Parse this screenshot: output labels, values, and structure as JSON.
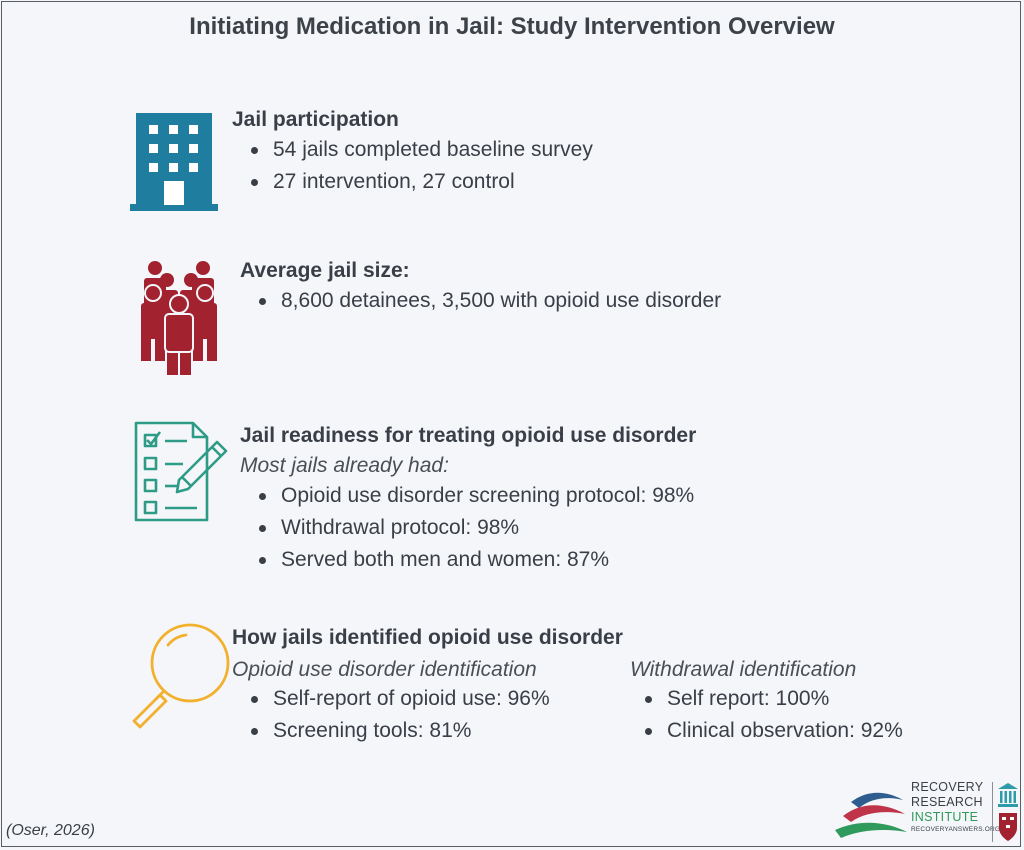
{
  "title": "Initiating Medication in Jail: Study Intervention Overview",
  "colors": {
    "building": "#1f7ea0",
    "people": "#a32230",
    "checklist": "#2e9b86",
    "magnifier": "#f2b02d"
  },
  "sections": {
    "participation": {
      "icon": "building-icon",
      "heading": "Jail participation",
      "bullets": [
        "54 jails completed baseline survey",
        "27 intervention, 27 control"
      ]
    },
    "size": {
      "icon": "people-group-icon",
      "heading": "Average jail size:",
      "bullets": [
        "8,600 detainees, 3,500 with opioid use disorder"
      ]
    },
    "readiness": {
      "icon": "checklist-pencil-icon",
      "heading": "Jail readiness for treating opioid use disorder",
      "subheading": "Most jails already had:",
      "bullets": [
        "Opioid use disorder screening protocol: 98%",
        "Withdrawal protocol: 98%",
        "Served both men and women: 87%"
      ]
    },
    "identification": {
      "icon": "magnifier-icon",
      "heading": "How jails identified opioid use disorder",
      "left": {
        "subheading": "Opioid use disorder identification",
        "bullets": [
          "Self-report of opioid use: 96%",
          "Screening tools: 81%"
        ]
      },
      "right": {
        "subheading": "Withdrawal identification",
        "bullets": [
          "Self report: 100%",
          "Clinical observation: 92%"
        ]
      }
    }
  },
  "citation": "(Oser, 2026)",
  "logo": {
    "line1": "RECOVERY",
    "line2": "RESEARCH",
    "line3": "INSTITUTE",
    "url": "RECOVERYANSWERS.ORG"
  }
}
